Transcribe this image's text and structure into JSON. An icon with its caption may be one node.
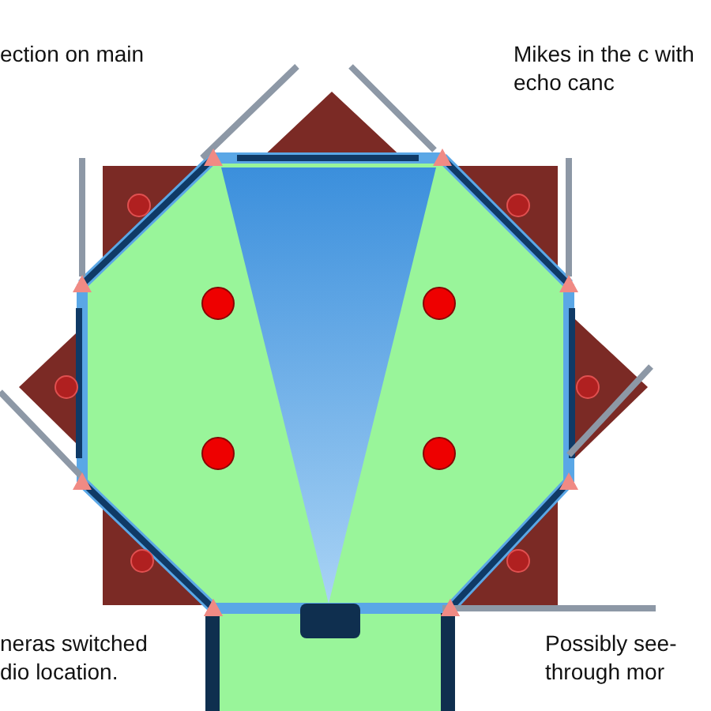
{
  "diagram": {
    "labels": [
      "ection on main",
      "Mikes in the c with echo canc",
      "neras switched dio location.",
      "Possibly see-through mor"
    ]
  }
}
